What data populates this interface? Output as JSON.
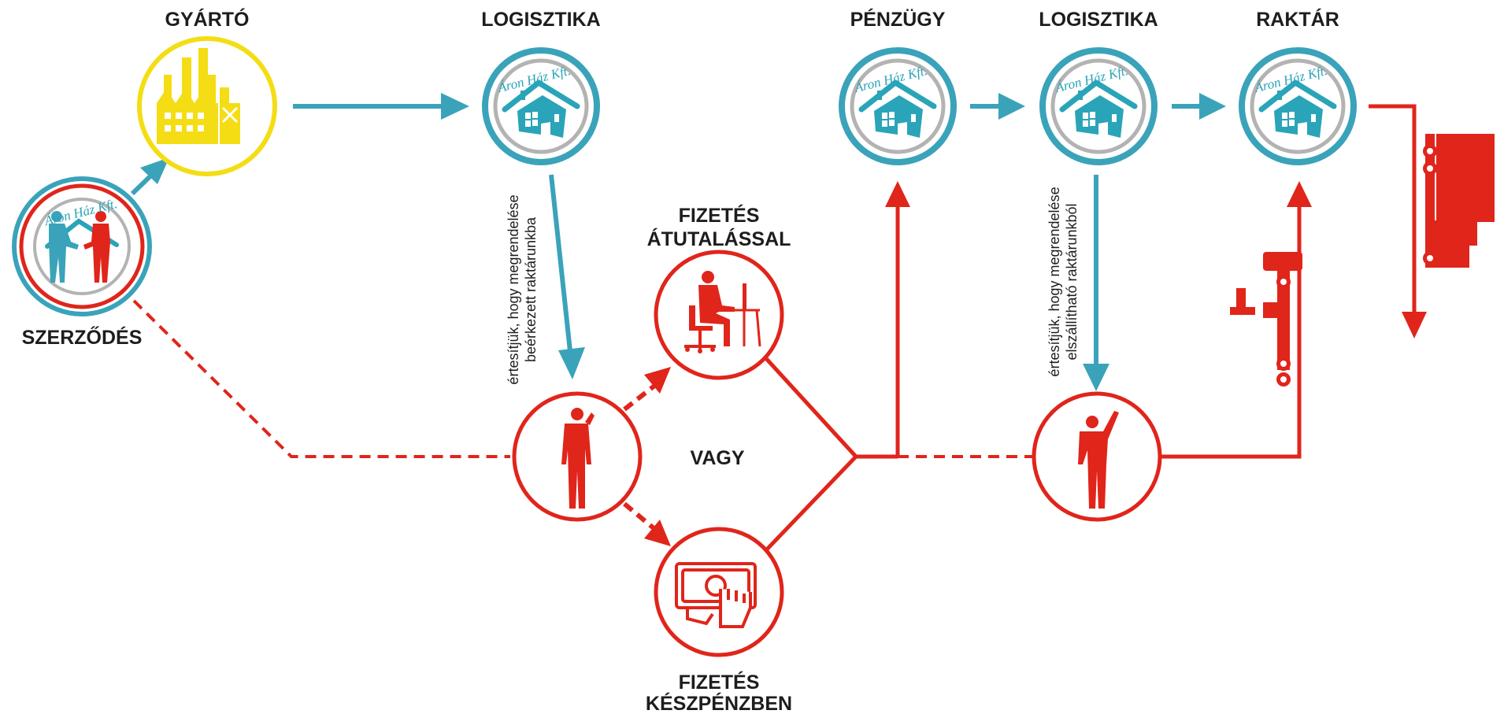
{
  "colors": {
    "blue": "#3aa3ba",
    "red": "#e0251b",
    "yellow": "#f4dd14",
    "grey": "#b3b3b3",
    "text": "#1d1d1b"
  },
  "logo": {
    "text": "Áron Ház Kft."
  },
  "labels": {
    "manufacturer": "GYÁRTÓ",
    "logistics_1": "LOGISZTIKA",
    "finance": "PÉNZÜGY",
    "logistics_2": "LOGISZTIKA",
    "warehouse": "RAKTÁR",
    "contract": "SZERZŐDÉS",
    "transfer_line1": "FIZETÉS",
    "transfer_line2": "ÁTUTALÁSSAL",
    "or": "VAGY",
    "cash_line1": "FIZETÉS",
    "cash_line2": "KÉSZPÉNZBEN"
  },
  "notes": {
    "arrival_line1": "értesítjük, hogy megrendelése",
    "arrival_line2": "beérkezett raktárunkba",
    "dispatch_line1": "értesítjük, hogy megrendelése",
    "dispatch_line2": "elszállítható raktárunkból"
  },
  "icons": {
    "contract": "handshake-icon",
    "manufacturer": "factory-icon",
    "house": "house-logo-icon",
    "customer": "person-phone-icon",
    "transfer": "person-computer-icon",
    "cash": "hand-banknote-icon",
    "pickup": "person-wave-icon",
    "truck": "truck-icon"
  }
}
